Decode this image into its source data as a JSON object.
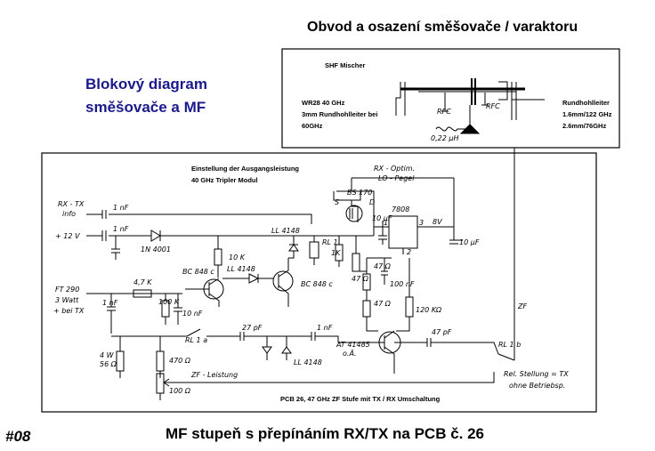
{
  "header": {
    "circuit_title": "Obvod a osazení směšovače / varaktoru",
    "block_title_line1": "Blokový diagram",
    "block_title_line2": "směšovače a MF"
  },
  "mixer_box": {
    "label": "SHF Mischer",
    "left_note_1": "WR28 40 GHz",
    "left_note_2": "3mm Rundhohlleiter bei",
    "left_note_3": "60GHz",
    "right_note_1": "Rundhohlleiter",
    "right_note_2": "1.6mm/122 GHz",
    "right_note_3": "2.6mm/76GHz",
    "rfc1": "RFC",
    "rfc2": "RFC",
    "inductor": "0,22 µH"
  },
  "schematic": {
    "top_label_1": "Einstellung der Ausgangsleistung",
    "top_label_2": "40 GHz Tripler Modul",
    "rx_opt_1": "RX - Optim.",
    "rx_opt_2": "LO - Pegel",
    "rx_tx_1": "RX - TX",
    "rx_tx_2": "info",
    "v12": "+ 12 V",
    "c1": "1 nF",
    "c2": "1 nF",
    "diode": "1N 4001",
    "fet": "BS 170",
    "fet_s": "S",
    "fet_d": "D",
    "reg": "7808",
    "reg_pin1": "1",
    "reg_pin3": "3",
    "reg_pin2": "2",
    "v8": "8V",
    "c_10u_a": "10 µF",
    "c_10u_b": "10 µF",
    "r_10k": "10 K",
    "d_ll1": "LL 4148",
    "d_ll2": "LL 4148",
    "rl1": "RL 1",
    "r_1k": "1K",
    "q1": "BC 848 c",
    "q2": "BC 848 c",
    "r_47a": "47 Ω",
    "r_47b": "47 Ω",
    "r_47c": "47 Ω",
    "c_100n": "100 nF",
    "r_120k": "120 KΩ",
    "ft290_1": "FT 290",
    "ft290_2": "3 Watt",
    "ft290_3": "+ bei TX",
    "r_47k": "4,7 K",
    "c_1n_in": "1 nF",
    "r_100k": "100 K",
    "c_10nf": "10 nF",
    "r_4w": "4 W",
    "r_56": "56 Ω",
    "rl1a": "RL 1 a",
    "r_470": "470 Ω",
    "c_27p": "27 pF",
    "c_1n_b": "1 nF",
    "d_ll3": "LL 4148",
    "tr": "AT 41485",
    "tr2": "o.Ä.",
    "c_47p": "47 pF",
    "zf": "ZF",
    "rl1b": "RL 1 b",
    "rel_1": "Rel. Stellung = TX",
    "rel_2": "ohne Betriebsp.",
    "zf_leistung": "ZF - Leistung",
    "r_100": "100 Ω",
    "pcb_label": "PCB 26, 47 GHz ZF Stufe mit TX / RX Umschaltung"
  },
  "footer": {
    "page_number": "#08",
    "caption": "MF stupeň s přepínáním RX/TX na PCB č. 26"
  }
}
